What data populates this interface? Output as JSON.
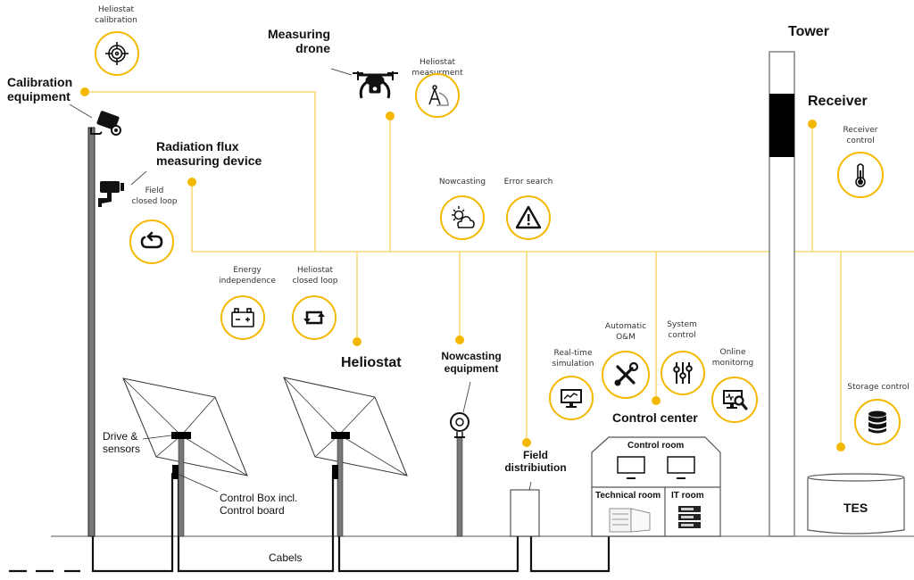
{
  "colors": {
    "accent": "#F5B800",
    "accent_line": "#F9D974",
    "ink": "#111111",
    "structure_gray": "#808080"
  },
  "labels": {
    "calibration_equipment": "Calibration equipment",
    "calibration_equipment_l1": "Calibration",
    "calibration_equipment_l2": "equipment",
    "measuring_drone_l1": "Measuring",
    "measuring_drone_l2": "drone",
    "tower": "Tower",
    "receiver": "Receiver",
    "radiation_flux_l1": "Radiation flux",
    "radiation_flux_l2": "measuring device",
    "heliostat": "Heliostat",
    "nowcasting_equipment_l1": "Nowcasting",
    "nowcasting_equipment_l2": "equipment",
    "control_center": "Control center",
    "field_distribution_l1": "Field",
    "field_distribution_l2": "distribiution",
    "drive_sensors_l1": "Drive &",
    "drive_sensors_l2": "sensors",
    "control_box_l1": "Control Box incl.",
    "control_box_l2": "Control board",
    "cables": "Cabels",
    "tes": "TES"
  },
  "building": {
    "control_room": "Control room",
    "technical_room": "Technical room",
    "it_room": "IT room"
  },
  "functions": [
    {
      "id": "heliostat-calibration",
      "l1": "Heliostat",
      "l2": "calibration",
      "icon": "crosshair-icon"
    },
    {
      "id": "heliostat-measurement",
      "l1": "Heliostat",
      "l2": "measurment",
      "icon": "compass-ruler-icon"
    },
    {
      "id": "receiver-control",
      "l1": "Receiver",
      "l2": "control",
      "icon": "thermometer-icon"
    },
    {
      "id": "field-closed-loop",
      "l1": "Field",
      "l2": "closed loop",
      "icon": "loop-arrow-icon"
    },
    {
      "id": "nowcasting",
      "l1": "Nowcasting",
      "l2": "",
      "icon": "sun-cloud-icon"
    },
    {
      "id": "error-search",
      "l1": "Error search",
      "l2": "",
      "icon": "warning-icon"
    },
    {
      "id": "energy-independence",
      "l1": "Energy",
      "l2": "independence",
      "icon": "battery-icon"
    },
    {
      "id": "heliostat-closed-loop",
      "l1": "Heliostat",
      "l2": "closed loop",
      "icon": "cycle-arrows-icon"
    },
    {
      "id": "real-time-simulation",
      "l1": "Real-time",
      "l2": "simulation",
      "icon": "monitor-chart-icon"
    },
    {
      "id": "automatic-om",
      "l1": "Automatic",
      "l2": "O&M",
      "icon": "tools-icon"
    },
    {
      "id": "system-control",
      "l1": "System",
      "l2": "control",
      "icon": "sliders-icon"
    },
    {
      "id": "online-monitoring",
      "l1": "Online",
      "l2": "monitorng",
      "icon": "monitor-search-icon"
    },
    {
      "id": "storage-control",
      "l1": "Storage control",
      "l2": "",
      "icon": "database-icon"
    }
  ]
}
